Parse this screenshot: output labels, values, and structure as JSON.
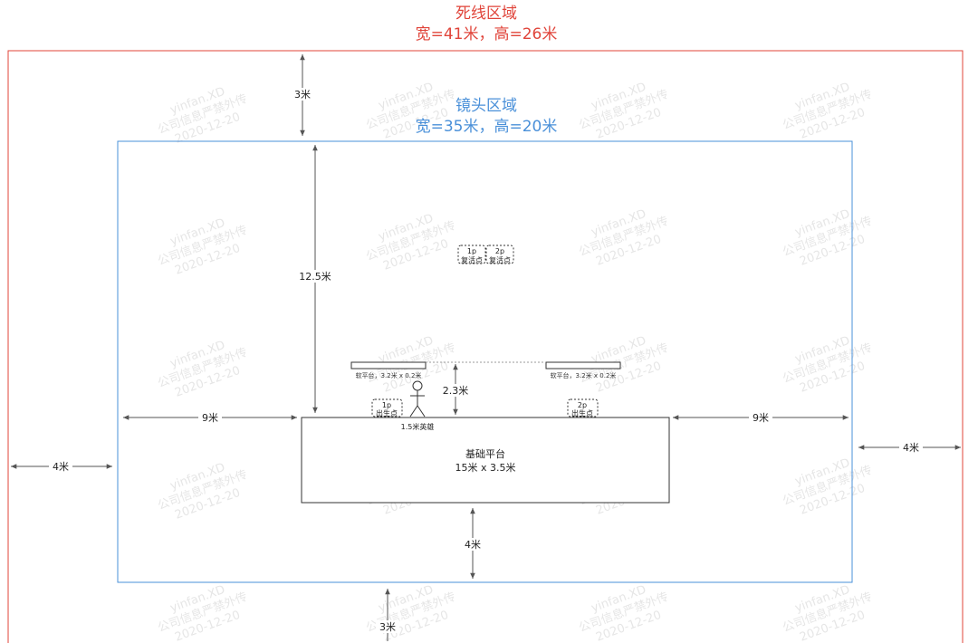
{
  "colors": {
    "dead_zone": "#e0443a",
    "camera_zone": "#4a90d9",
    "lines": "#333333",
    "watermark": "#e6e6e6"
  },
  "dead_zone": {
    "title": "死线区域",
    "size": "宽=41米，高=26米"
  },
  "camera_zone": {
    "title": "镜头区域",
    "size": "宽=35米，高=20米"
  },
  "base_platform": {
    "title": "基础平台",
    "size": "15米 x 3.5米"
  },
  "soft_platforms": {
    "left_label": "软平台，3.2米 x 0.2米",
    "right_label": "软平台，3.2米 x 0.2米"
  },
  "hero": {
    "label": "1.5米英雄",
    "icon": "stick-figure-icon"
  },
  "spawn_points": {
    "p1_top": "1p",
    "p1_bottom": "出生点",
    "p2_top": "2p",
    "p2_bottom": "出生点"
  },
  "respawn_points": {
    "p1_top": "1p",
    "p1_bottom": "复活点",
    "p2_top": "2p",
    "p2_bottom": "复活点"
  },
  "dimensions": {
    "top_dead_gap": "3米",
    "camera_to_base_top": "12.5米",
    "soft_platform_height": "2.3米",
    "left_base_gap": "9米",
    "right_base_gap": "9米",
    "left_dead_gap": "4米",
    "right_dead_gap": "4米",
    "base_to_camera_bottom": "4米",
    "bottom_dead_gap": "3米"
  },
  "watermark": {
    "line1": "yinfan.XD",
    "line2": "公司信息严禁外传",
    "line3": "2020-12-20"
  }
}
